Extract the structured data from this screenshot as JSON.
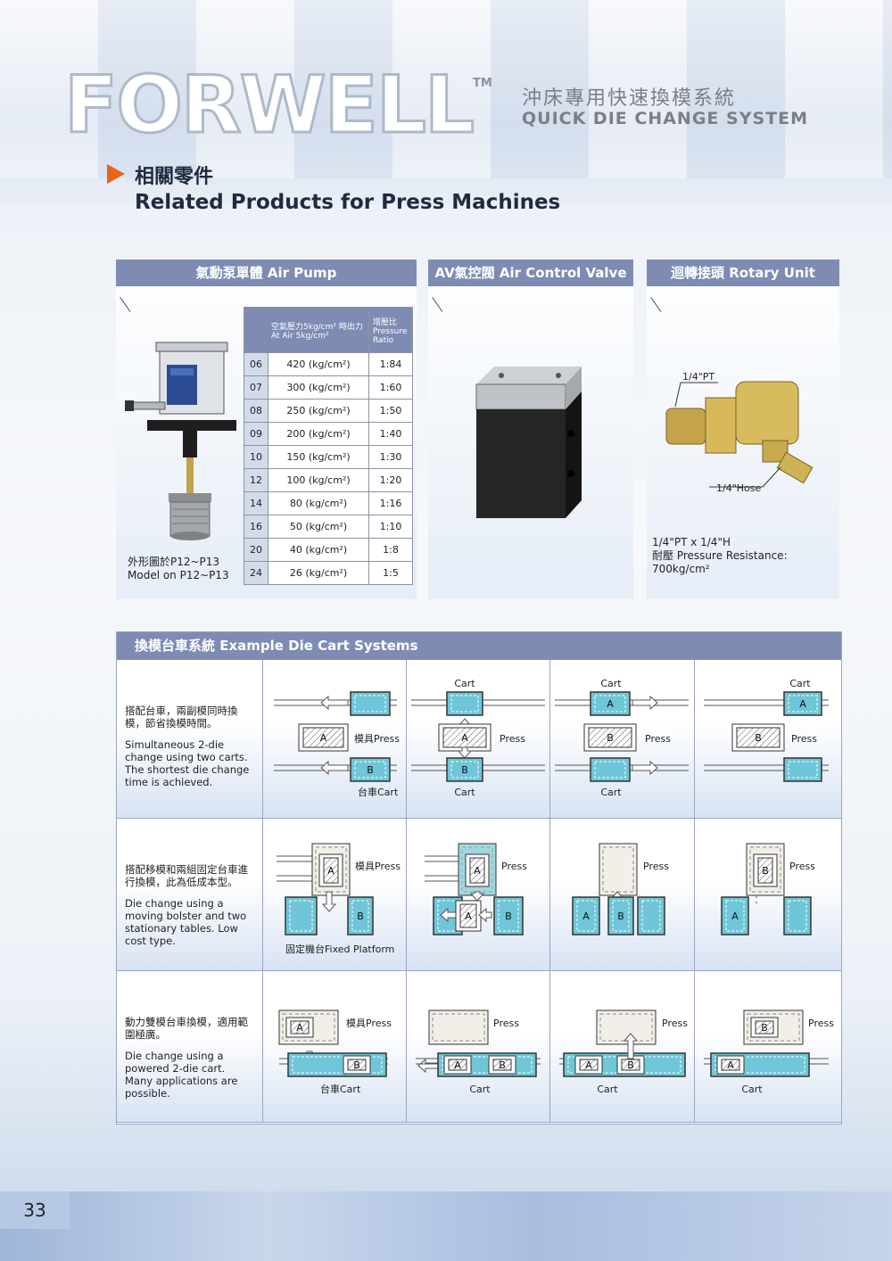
{
  "brand": {
    "logo_text": "FORWELL",
    "tm": "TM",
    "subtitle_cn": "沖床專用快速換模系統",
    "subtitle_en": "QUICK DIE CHANGE SYSTEM"
  },
  "section": {
    "title_cn": "相關零件",
    "title_en": "Related Products for Press Machines"
  },
  "air_pump": {
    "header": "氣動泵單體  Air Pump",
    "table_head_pressure_cn": "空氣壓力5kg/cm² 時出力",
    "table_head_pressure_en": "At Air 5kg/cm²",
    "table_head_ratio_cn": "增壓比",
    "table_head_ratio_en": "Pressure Ratio",
    "rows": [
      {
        "model": "06",
        "output": "420 (kg/cm²)",
        "ratio": "1:84"
      },
      {
        "model": "07",
        "output": "300 (kg/cm²)",
        "ratio": "1:60"
      },
      {
        "model": "08",
        "output": "250 (kg/cm²)",
        "ratio": "1:50"
      },
      {
        "model": "09",
        "output": "200 (kg/cm²)",
        "ratio": "1:40"
      },
      {
        "model": "10",
        "output": "150 (kg/cm²)",
        "ratio": "1:30"
      },
      {
        "model": "12",
        "output": "100 (kg/cm²)",
        "ratio": "1:20"
      },
      {
        "model": "14",
        "output": "80 (kg/cm²)",
        "ratio": "1:16"
      },
      {
        "model": "16",
        "output": "50 (kg/cm²)",
        "ratio": "1:10"
      },
      {
        "model": "20",
        "output": "40 (kg/cm²)",
        "ratio": "1:8"
      },
      {
        "model": "24",
        "output": "26 (kg/cm²)",
        "ratio": "1:5"
      }
    ],
    "note_cn": "外形圖於P12~P13",
    "note_en": "Model on P12~P13"
  },
  "air_valve": {
    "header": "AV氣控閥  Air Control Valve"
  },
  "rotary_unit": {
    "header": "迴轉接頭  Rotary Unit",
    "label_pt": "1/4\"PT",
    "label_hose": "1/4\"Hose",
    "spec_size": "1/4\"PT x 1/4\"H",
    "spec_pressure_cn": "耐壓",
    "spec_pressure_en": "Pressure Resistance: 700kg/cm²"
  },
  "die_cart": {
    "header": "換模台車系統  Example Die Cart Systems",
    "labels": {
      "cart": "Cart",
      "press": "Press",
      "die_press": "模具Press",
      "cart_cn": "台車Cart",
      "fixed_platform": "固定機台Fixed Platform",
      "a": "A",
      "b": "B"
    },
    "rows": [
      {
        "cn": "搭配台車，兩副模同時換模，節省換模時間。",
        "en": "Simultaneous 2-die change using two carts. The shortest die change time is achieved."
      },
      {
        "cn": "搭配移模和兩組固定台車進行換模，此為低成本型。",
        "en": "Die change using a moving bolster and two stationary tables. Low cost type."
      },
      {
        "cn": "動力雙模台車換模，適用範圍極廣。",
        "en": "Die change using a powered 2-die cart. Many applications are possible."
      }
    ]
  },
  "page_number": "33",
  "colors": {
    "header": "#7e8cb4",
    "accent": "#e8641c",
    "cart": "#6fc6d8"
  }
}
